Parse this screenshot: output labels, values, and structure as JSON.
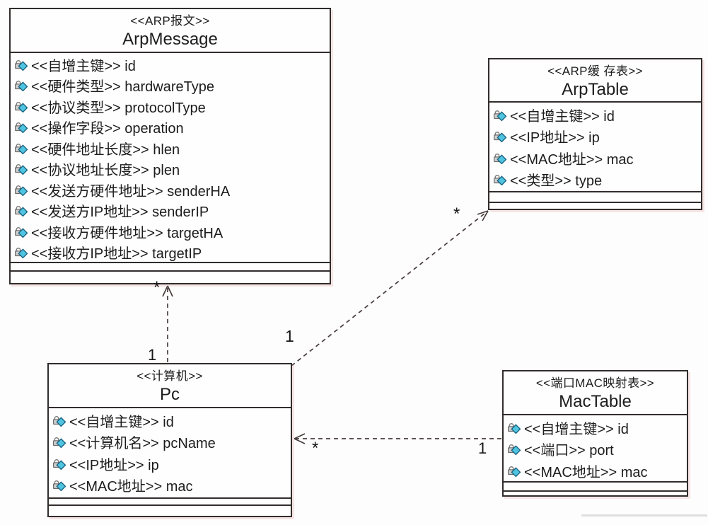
{
  "diagram": {
    "type": "uml-class-diagram",
    "classes": {
      "arpMessage": {
        "stereotype": "<<ARP报文>>",
        "name": "ArpMessage",
        "attributes": [
          "<<自增主键>> id",
          "<<硬件类型>> hardwareType",
          "<<协议类型>> protocolType",
          "<<操作字段>> operation",
          "<<硬件地址长度>> hlen",
          "<<协议地址长度>> plen",
          "<<发送方硬件地址>> senderHA",
          "<<发送方IP地址>> senderIP",
          "<<接收方硬件地址>> targetHA",
          "<<接收方IP地址>> targetIP"
        ]
      },
      "arpTable": {
        "stereotype": "<<ARP缓 存表>>",
        "name": "ArpTable",
        "attributes": [
          "<<自增主键>> id",
          "<<IP地址>> ip",
          "<<MAC地址>> mac",
          "<<类型>> type"
        ]
      },
      "pc": {
        "stereotype": "<<计算机>>",
        "name": "Pc",
        "attributes": [
          "<<自增主键>> id",
          "<<计算机名>> pcName",
          "<<IP地址>> ip",
          "<<MAC地址>> mac"
        ]
      },
      "macTable": {
        "stereotype": "<<端口MAC映射表>>",
        "name": "MacTable",
        "attributes": [
          "<<自增主键>> id",
          "<<端口>> port",
          "<<MAC地址>> mac"
        ]
      }
    },
    "relations": {
      "pcToArpMessage": {
        "from": "Pc",
        "to": "ArpMessage",
        "fromLabel": "1",
        "toLabel": "*"
      },
      "pcToArpTable": {
        "from": "Pc",
        "to": "ArpTable",
        "fromLabel": "1",
        "toLabel": "*"
      },
      "macTableToPc": {
        "from": "MacTable",
        "to": "Pc",
        "fromLabel": "1",
        "toLabel": "*"
      }
    },
    "icons": {
      "attribute": "lock-diamond-icon"
    },
    "colors": {
      "background": "#fefdfd",
      "box_border": "#322d2d",
      "arrow": "#473c3c",
      "icon_diamond": "#4fc4e0",
      "icon_diamond_border": "#17607e",
      "icon_lock_body": "#cfcfcf",
      "icon_lock_border": "#6b6b6b"
    }
  }
}
